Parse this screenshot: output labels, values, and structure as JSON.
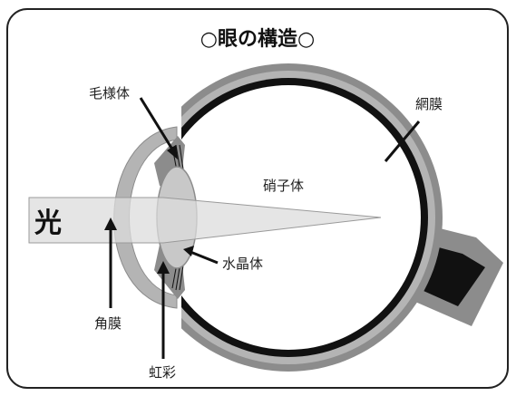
{
  "title": "○眼の構造○",
  "labels": {
    "light": "光",
    "ciliary_body": "毛様体",
    "retina": "網膜",
    "vitreous_body": "硝子体",
    "lens": "水晶体",
    "cornea": "角膜",
    "iris": "虹彩"
  },
  "colors": {
    "frame": "#222222",
    "background": "#ffffff",
    "sclera": "#8c8c8c",
    "choroid": "#b4b4b4",
    "retina_layer": "#111111",
    "lens_fill": "#c8c8c8",
    "light_beam": "#dcdcdc",
    "optic_nerve": "#111111"
  }
}
